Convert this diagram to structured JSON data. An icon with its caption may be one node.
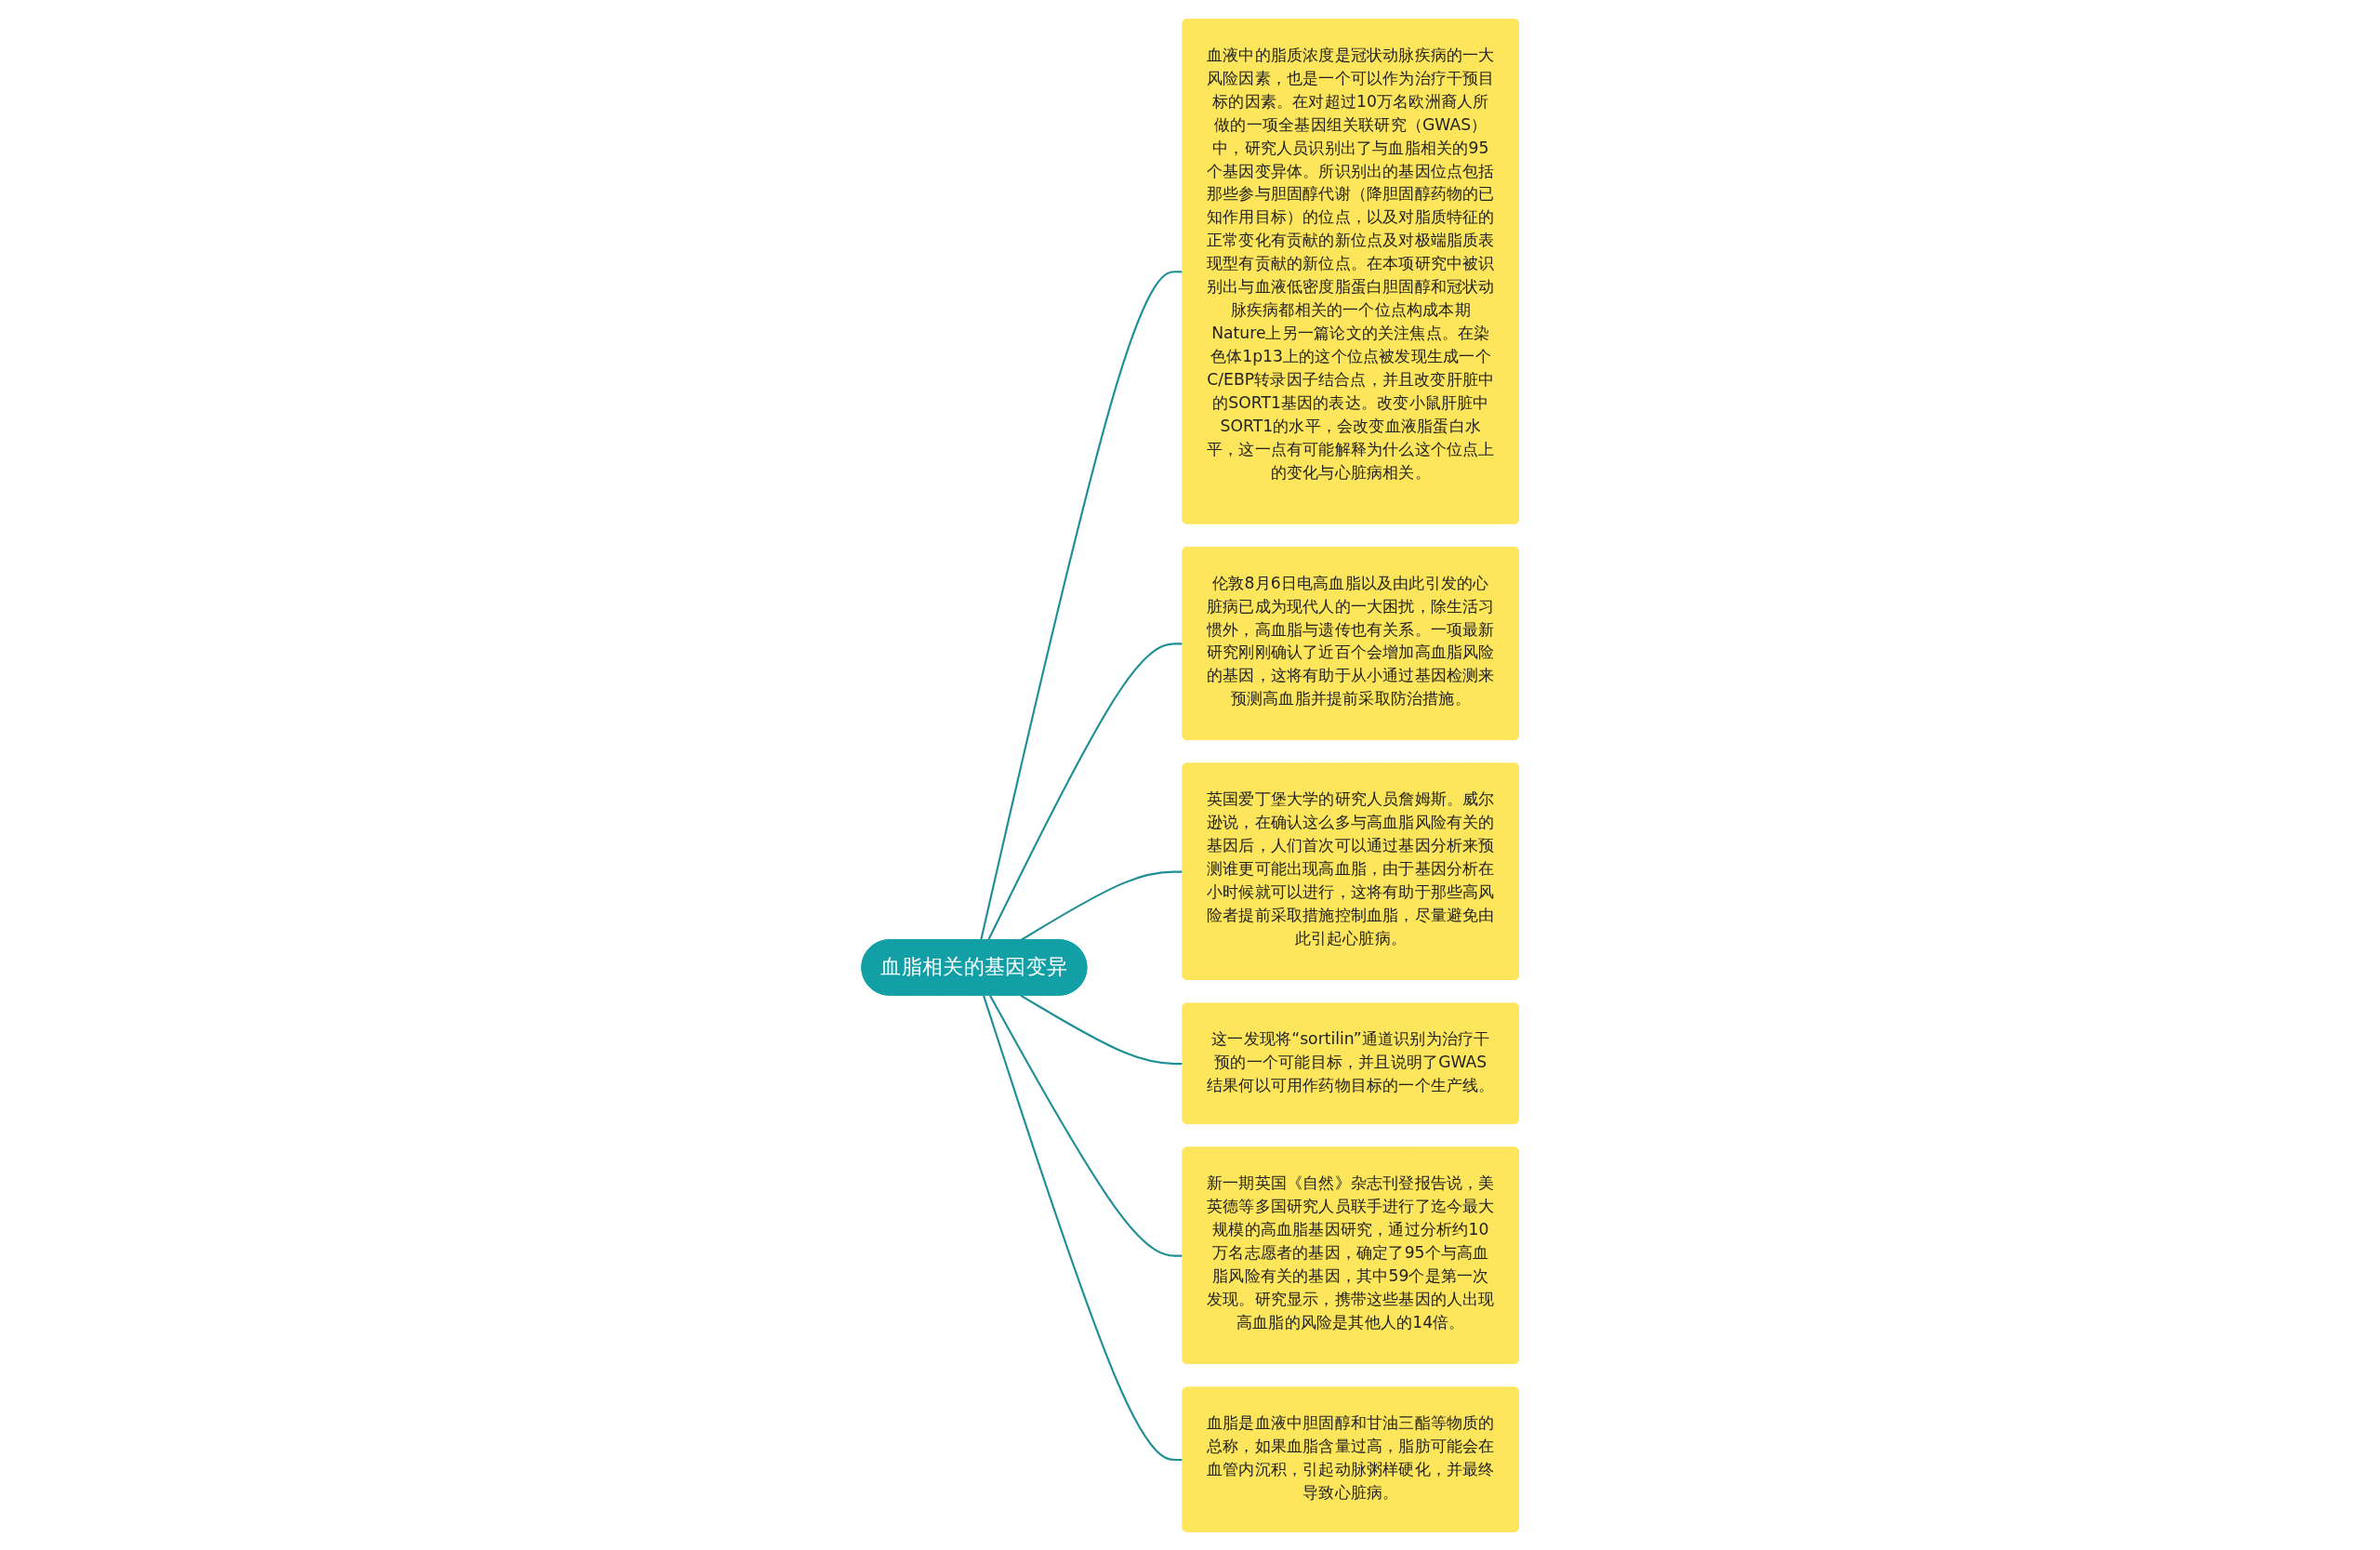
{
  "diagram": {
    "nodes": [
      {
        "text": [
          "血脂相关的基因变异"
        ]
      },
      {
        "text": [
          "血液中的脂质浓度是冠状动脉疾病的一大风险因素，也是一个可以作为治疗干预目标的因素。在对超过10万名欧洲裔人所做的一项全基因组关联研究（GWAS）中，研究人员识别出了与血脂相关的95个基因变异体。所识别出的基因位点包括那些参与胆固醇代谢（降胆固醇药物的已知作用目标）的位点，以及对脂质特征的正常变化有贡献的新位点及对极端脂质表现型有贡献的新位点。在本项研究中被识别出与血液低密度脂蛋白胆固醇和冠状动脉疾病都相关的一个位点构成本期Nature上另一篇论文的关注焦点。在染色体1p13上的这个位点被发现生成一个C/EBP转录因子结合点，并且改变肝脏中的SORT1基因的表达。改变小鼠肝脏中SORT1的水平，会改变血液脂蛋白水平，这一点有可能解释为什么这个位点上的变化与心脏病相关。"
        ]
      },
      {
        "text": [
          "伦敦8月6日电高血脂以及由此引发的心脏病已成为现代人的一大困扰，除生活习惯外，高血脂与遗传也有关系。一项最新研究刚刚确认了近百个会增加高血脂风险的基因，这将有助于从小通过基因检测来预测高血脂并提前采取防治措施。"
        ]
      },
      {
        "text": [
          "英国爱丁堡大学的研究人员詹姆斯。威尔逊说，在确认这么多与高血脂风险有关的基因后，人们首次可以通过基因分析来预测谁更可能出现高血脂，由于基因分析在小时候就可以进行，这将有助于那些高风险者提前采取措施控制血脂，尽量避免由此引起心脏病。"
        ]
      },
      {
        "text": [
          "这一发现将“sortilin”通道识别为治疗干预的一个可能目标，并且说明了GWAS结果何以可用作药物目标的一个生产线。"
        ]
      },
      {
        "text": [
          "新一期英国《自然》杂志刊登报告说，美英德等多国研究人员联手进行了迄今最大规模的高血脂基因研究，通过分析约10万名志愿者的基因，确定了95个与高血脂风险有关的基因，其中59个是第一次发现。研究显示，携带这些基因的人出现高血脂的风险是其他人的14倍。"
        ]
      },
      {
        "text": [
          "血脂是血液中胆固醇和甘油三酯等物质的总称，如果血脂含量过高，脂肪可能会在血管内沉积，引起动脉粥样硬化，并最终导致心脏病。"
        ]
      }
    ],
    "edges": [
      {
        "from": 0,
        "to": 1,
        "arrow": "none"
      },
      {
        "from": 0,
        "to": 2,
        "arrow": "none"
      },
      {
        "from": 0,
        "to": 3,
        "arrow": "none"
      },
      {
        "from": 0,
        "to": 4,
        "arrow": "none"
      },
      {
        "from": 0,
        "to": 5,
        "arrow": "none"
      },
      {
        "from": 0,
        "to": 6,
        "arrow": "none"
      }
    ]
  }
}
